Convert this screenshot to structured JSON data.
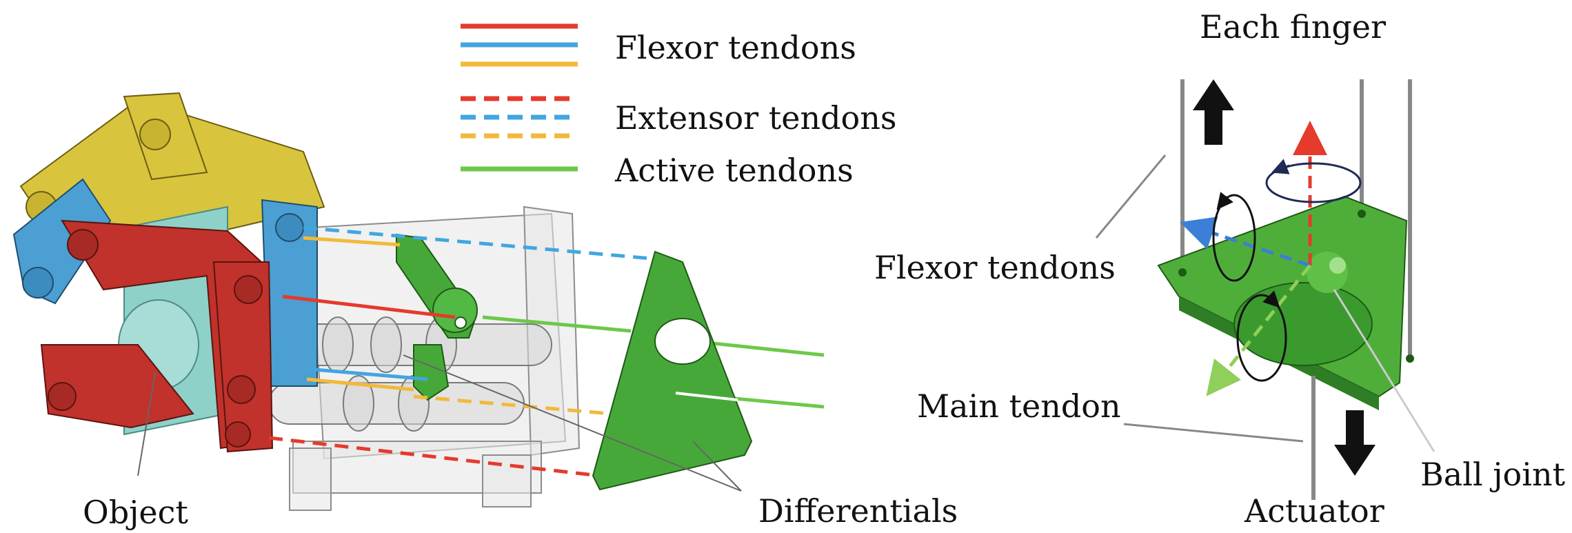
{
  "legend": {
    "items": [
      {
        "label": "Flexor tendons",
        "style": "solid",
        "colors": [
          "#e53a2c",
          "#41a6e0",
          "#f2b93a"
        ]
      },
      {
        "label": "Extensor tendons",
        "style": "dashed",
        "colors": [
          "#e53a2c",
          "#41a6e0",
          "#f2b93a"
        ]
      },
      {
        "label": "Active tendons",
        "style": "solid",
        "colors": [
          "#6cc84a"
        ]
      }
    ]
  },
  "labels": {
    "object": "Object",
    "differentials": "Differentials",
    "each_finger": "Each finger",
    "flexor_tendons": "Flexor tendons",
    "main_tendon": "Main tendon",
    "actuator": "Actuator",
    "ball_joint": "Ball joint"
  },
  "colors": {
    "red_finger": "#c0322b",
    "yellow_finger": "#d9c43e",
    "blue_part": "#4b9fd2",
    "green_part": "#47a83a",
    "object": "#8ed1c8",
    "frame_gray": "#bdbdbd",
    "arrow_red": "#e53a2c",
    "arrow_blue": "#3b7fd6",
    "arrow_green": "#8fcf5a",
    "rotation_navy": "#1f2a55"
  }
}
